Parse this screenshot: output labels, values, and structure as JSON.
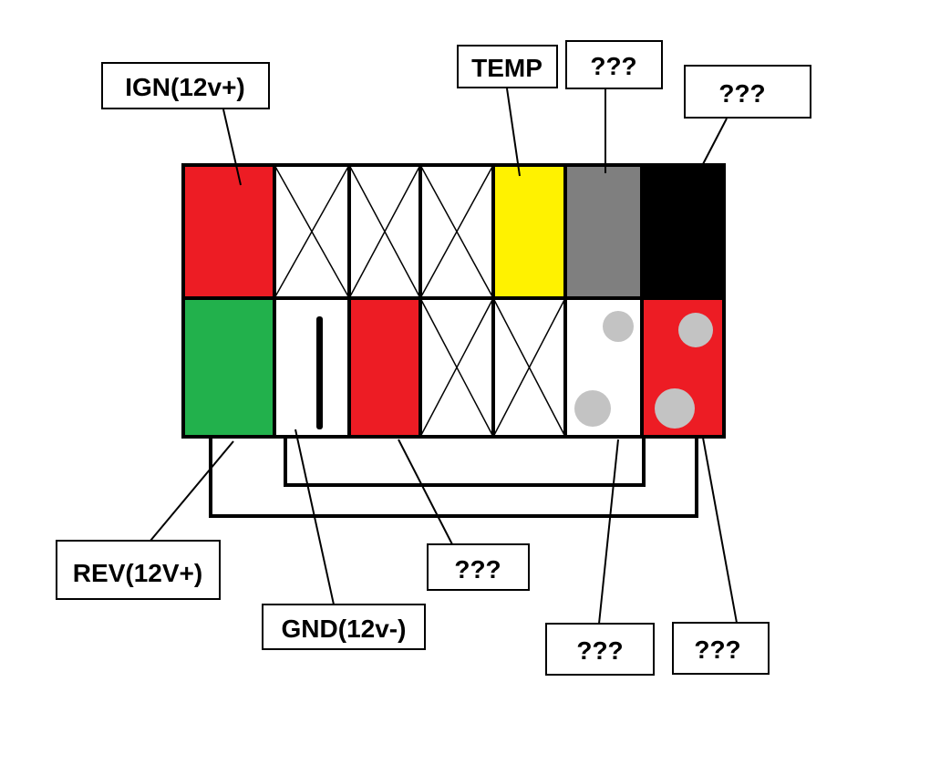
{
  "labels": {
    "ign": "IGN(12v+)",
    "temp": "TEMP",
    "top_q1": "???",
    "top_q2": "???",
    "rev": "REV(12V+)",
    "gnd": "GND(12v-)",
    "bot_q1": "???",
    "bot_q2": "???",
    "bot_q3": "???"
  },
  "connector": {
    "top_row": [
      {
        "pin": "ign",
        "color": "#ed1c24"
      },
      {
        "pin": "empty",
        "color": "#ffffff"
      },
      {
        "pin": "empty",
        "color": "#ffffff"
      },
      {
        "pin": "empty",
        "color": "#ffffff"
      },
      {
        "pin": "temp",
        "color": "#fff200"
      },
      {
        "pin": "unknown",
        "color": "#7f7f7f"
      },
      {
        "pin": "unknown",
        "color": "#000000"
      }
    ],
    "bottom_row": [
      {
        "pin": "rev",
        "color": "#22b14c"
      },
      {
        "pin": "gnd",
        "color": "#ffffff"
      },
      {
        "pin": "unknown",
        "color": "#ed1c24"
      },
      {
        "pin": "empty",
        "color": "#ffffff"
      },
      {
        "pin": "empty",
        "color": "#ffffff"
      },
      {
        "pin": "unknown",
        "color": "#ffffff"
      },
      {
        "pin": "unknown",
        "color": "#ed1c24"
      }
    ],
    "dot_color": "#c3c3c3"
  }
}
